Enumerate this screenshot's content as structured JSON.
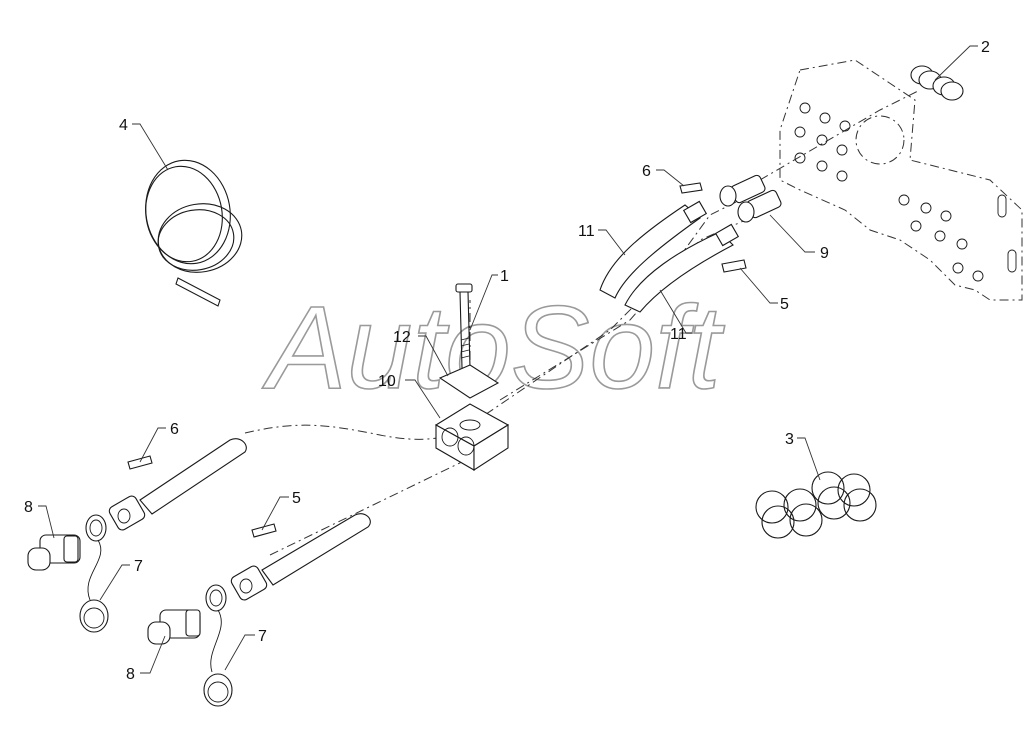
{
  "watermark": {
    "text": "AutoSoft"
  },
  "callouts": [
    {
      "id": "c1",
      "text": "1"
    },
    {
      "id": "c2",
      "text": "2"
    },
    {
      "id": "c3",
      "text": "3"
    },
    {
      "id": "c4",
      "text": "4"
    },
    {
      "id": "c5a",
      "text": "5"
    },
    {
      "id": "c5b",
      "text": "5"
    },
    {
      "id": "c6a",
      "text": "6"
    },
    {
      "id": "c6b",
      "text": "6"
    },
    {
      "id": "c7a",
      "text": "7"
    },
    {
      "id": "c7b",
      "text": "7"
    },
    {
      "id": "c8a",
      "text": "8"
    },
    {
      "id": "c8b",
      "text": "8"
    },
    {
      "id": "c9",
      "text": "9"
    },
    {
      "id": "c10",
      "text": "10"
    },
    {
      "id": "c11a",
      "text": "11"
    },
    {
      "id": "c11b",
      "text": "11"
    },
    {
      "id": "c12",
      "text": "12"
    }
  ],
  "colors": {
    "line": "#1a1a1a",
    "watermark": "#9a9a9a",
    "background": "#ffffff"
  }
}
